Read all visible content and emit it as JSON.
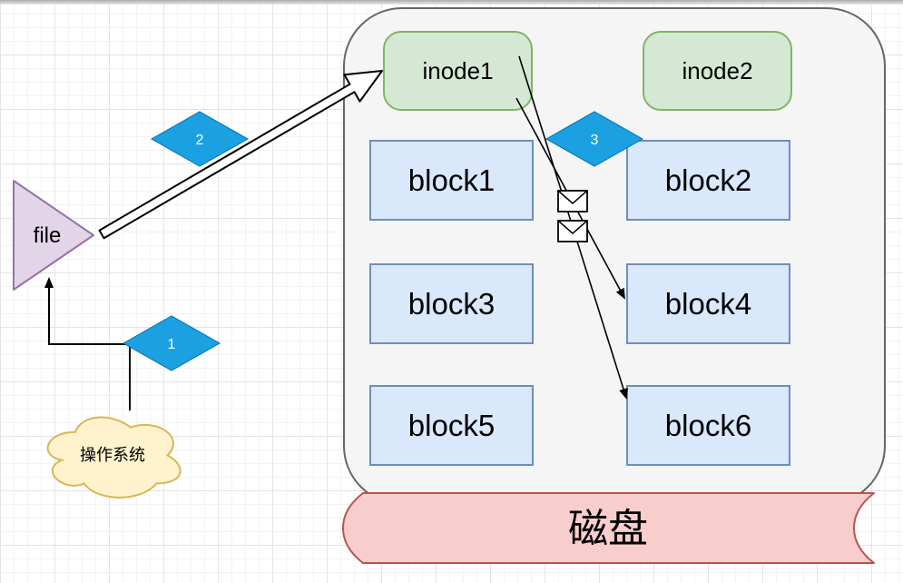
{
  "diagram": {
    "disk": {
      "banner_label": "磁盘",
      "inodes": [
        {
          "label": "inode1"
        },
        {
          "label": "inode2"
        }
      ],
      "blocks": [
        {
          "label": "block1"
        },
        {
          "label": "block2"
        },
        {
          "label": "block3"
        },
        {
          "label": "block4"
        },
        {
          "label": "block5"
        },
        {
          "label": "block6"
        }
      ]
    },
    "file": {
      "label": "file"
    },
    "os": {
      "label": "操作系统"
    },
    "steps": [
      {
        "label": "1"
      },
      {
        "label": "2"
      },
      {
        "label": "3"
      }
    ],
    "icons": {
      "pointer_message": "envelope-icon"
    },
    "colors": {
      "container_fill": "#f5f5f5",
      "container_stroke": "#666666",
      "inode_fill": "#d5e8d4",
      "inode_stroke": "#82b366",
      "block_fill": "#dae8fc",
      "block_stroke": "#6c8ebf",
      "diamond_fill": "#1ba1e2",
      "diamond_stroke": "#006eaf",
      "file_fill": "#e1d5e7",
      "file_stroke": "#9673a6",
      "cloud_fill": "#fff2cc",
      "cloud_stroke": "#d6b656",
      "disk_banner_fill": "#f8cecc",
      "disk_banner_stroke": "#b85450"
    }
  }
}
